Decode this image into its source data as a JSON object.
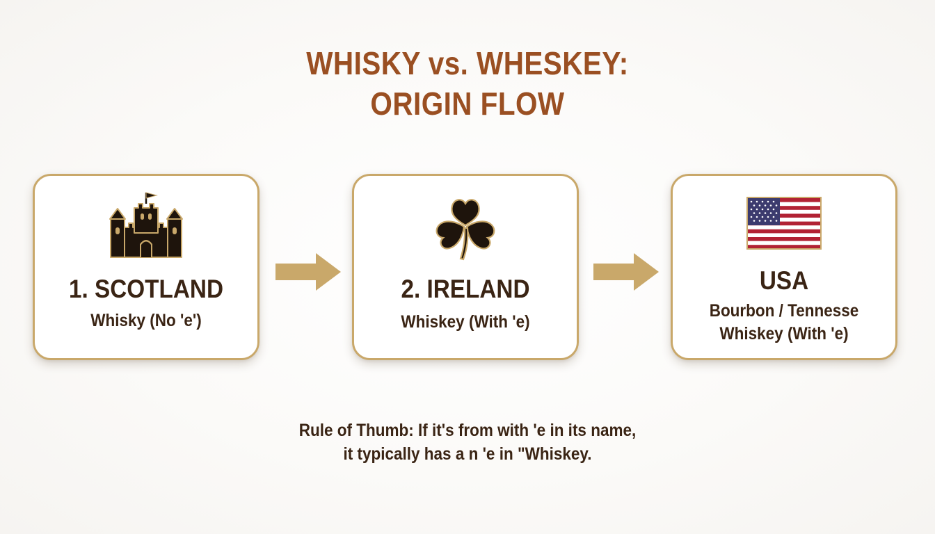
{
  "title": {
    "line1": "WHISKY vs. WHESKEY:",
    "line2": "ORIGIN FLOW"
  },
  "steps": [
    {
      "icon": "castle-icon",
      "heading": "1. SCOTLAND",
      "subtitle": "Whisky (No 'e')"
    },
    {
      "icon": "shamrock-icon",
      "heading": "2. IRELAND",
      "subtitle": "Whiskey (With 'e)"
    },
    {
      "icon": "usa-flag-icon",
      "heading": "USA",
      "subtitle": "Bourbon / Tennesse\nWhiskey (With 'e)"
    }
  ],
  "arrows": [
    "arrow-right-icon",
    "arrow-right-icon"
  ],
  "rule_of_thumb": {
    "line1": "Rule of Thumb: If it's from with 'e in its name,",
    "line2": "it typically has a n 'e in \"Whiskey."
  },
  "colors": {
    "title": "#9a4f22",
    "text": "#3a2414",
    "card_border": "#c9a86a",
    "arrow": "#c9a86a",
    "icon_fill": "#1e140c",
    "icon_outline": "#c9a86a"
  }
}
